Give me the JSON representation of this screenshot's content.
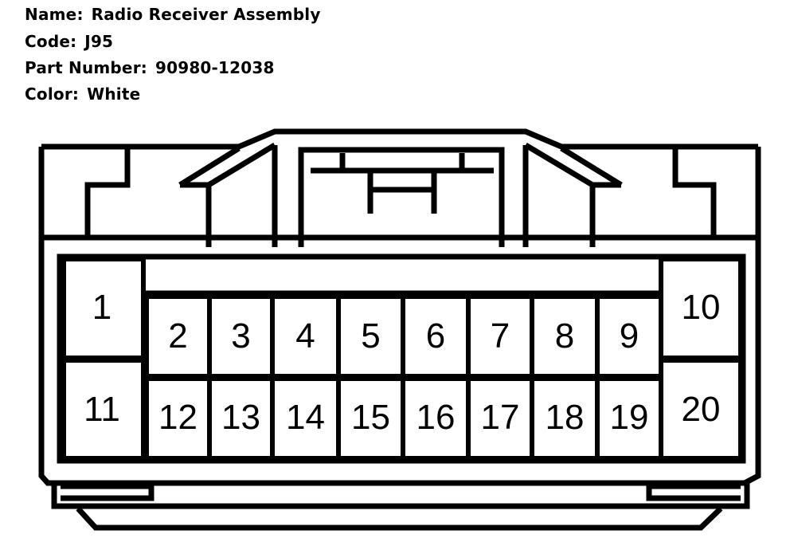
{
  "info": {
    "name_label": "Name:",
    "name_value": "Radio Receiver Assembly",
    "code_label": "Code:",
    "code_value": "J95",
    "part_label": "Part Number:",
    "part_value": "90980-12038",
    "color_label": "Color:",
    "color_value": "White"
  },
  "connector": {
    "pins": [
      "1",
      "2",
      "3",
      "4",
      "5",
      "6",
      "7",
      "8",
      "9",
      "10",
      "11",
      "12",
      "13",
      "14",
      "15",
      "16",
      "17",
      "18",
      "19",
      "20"
    ]
  }
}
